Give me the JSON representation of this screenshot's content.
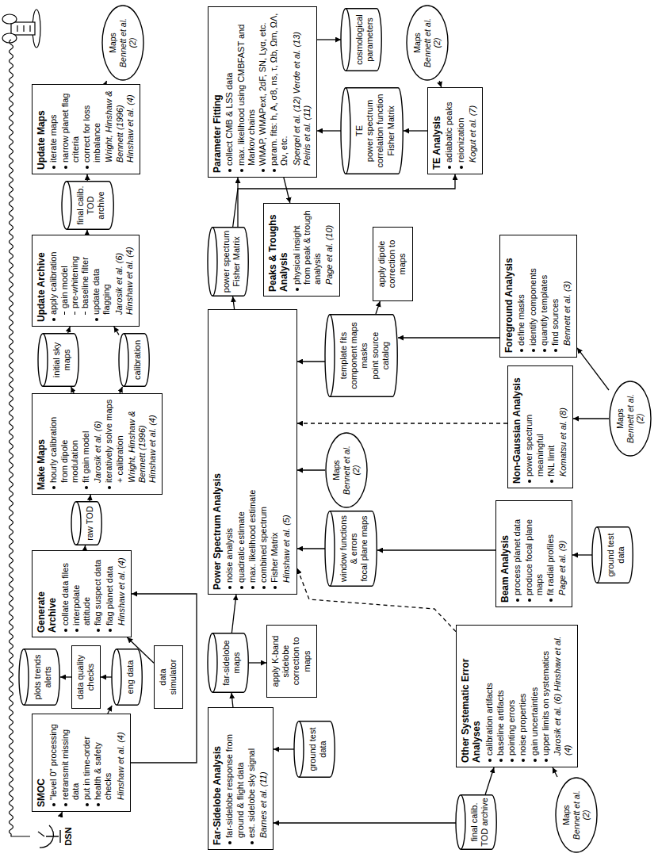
{
  "diagram": {
    "nodes": [
      {
        "text": [
          "DSN"
        ]
      },
      {
        "text": [
          "SMOC",
          "\"level 0\" processing",
          "retransmit missing data",
          "put in time-order",
          "health & safety checks",
          "Hinshaw et al. (4)"
        ]
      },
      {
        "text": [
          "data simulator"
        ]
      },
      {
        "text": [
          "eng data"
        ]
      },
      {
        "text": [
          "data quality checks"
        ]
      },
      {
        "text": [
          "plots trends alerts"
        ]
      },
      {
        "text": [
          "Generate Archive",
          "collate data files",
          "interpolate attitude",
          "flag suspect data",
          "flag planet data",
          "Hinshaw et al. (4)"
        ]
      },
      {
        "text": [
          "raw TOD"
        ]
      },
      {
        "text": [
          "Make Maps",
          "hourly calibration from dipole modulation",
          "fit gain model",
          "Jarosik et al. (6)",
          "iteratively solve maps + calibration",
          "Wright, Hinshaw & Bennett (1996) Hinshaw et al. (4)"
        ]
      },
      {
        "text": [
          "initial sky maps"
        ]
      },
      {
        "text": [
          "calibration"
        ]
      },
      {
        "text": [
          "Update Archive",
          "apply calibration",
          "gain model",
          "pre-whitening",
          "baseline filter",
          "update data flagging",
          "Jarosik et al. (6) Hinshaw et al. (4)"
        ]
      },
      {
        "text": [
          "final calib. TOD archive"
        ]
      },
      {
        "text": [
          "Update Maps",
          "iterate maps",
          "narrow planet flag criteria",
          "correct for loss imbalance",
          "Wright, Hinshaw & Bennett (1996) Hinshaw et al. (4)"
        ]
      },
      {
        "text": [
          "Maps",
          "Bennett et al. (2)"
        ]
      },
      {
        "text": [
          "Far-Sidelobe Analysis",
          "far-sidelobe response from ground & flight data",
          "est. sidelobe sky signal",
          "Barnes et al. (11)"
        ]
      },
      {
        "text": [
          "ground test data"
        ]
      },
      {
        "text": [
          "far-sidelobe maps"
        ]
      },
      {
        "text": [
          "apply K-band sidelobe correction to maps"
        ]
      },
      {
        "text": [
          "Power Spectrum Analysis",
          "noise analysis",
          "quadratic estimate",
          "max. likelihood estimate",
          "combined spectrum",
          "Fisher Matrix",
          "Hinshaw et al. (5)"
        ]
      },
      {
        "text": [
          "Maps",
          "Bennett et al. (2)"
        ]
      },
      {
        "text": [
          "power spectrum Fisher Matrix"
        ]
      },
      {
        "text": [
          "Peaks & Troughs Analysis",
          "physical insight from peak & trough analysis",
          "Page et al. (10)"
        ]
      },
      {
        "text": [
          "Parameter Fitting",
          "collect CMB & LSS data",
          "max. likelihood using CMBFAST and Markov chains",
          "WMAP, WMAPext, 2dF, SN, Lyα, etc.",
          "param. fits: h, A, σ8, ns, τ, Ωb, Ωm, ΩΛ, Ων, etc.",
          "Spergel et al. (12) Verde et al. (13) Peiris et al. (11)"
        ]
      },
      {
        "text": [
          "cosmological parameters"
        ]
      },
      {
        "text": [
          "TE Analysis",
          "adiabatic peaks",
          "reionization",
          "Kogut et al. (7)"
        ]
      },
      {
        "text": [
          "TE",
          "power spectrum",
          "correlation function",
          "Fisher Matrix"
        ]
      },
      {
        "text": [
          "Maps",
          "Bennett et al. (2)"
        ]
      },
      {
        "text": [
          "final calib. TOD archive"
        ]
      },
      {
        "text": [
          "Maps",
          "Bennett et al. (2)"
        ]
      },
      {
        "text": [
          "Other Systematic Error Analyses",
          "calibration artifacts",
          "baseline artifacts",
          "pointing errors",
          "noise properties",
          "gain uncertainties",
          "upper limits on systematics",
          "Jarosik et al. (6) Hinshaw et al. (4)"
        ]
      },
      {
        "text": [
          "ground test data"
        ]
      },
      {
        "text": [
          "Beam Analysis",
          "process planet data",
          "produce focal plane maps",
          "fit radial profiles",
          "Page et al. (9)"
        ]
      },
      {
        "text": [
          "window functions & errors",
          "focal plane maps"
        ]
      },
      {
        "text": [
          "Non-Gaussian Analysis",
          "power spectrum meaningful",
          "fNL limit",
          "Komatsu et al. (8)"
        ]
      },
      {
        "text": [
          "Maps",
          "Bennett et al. (2)"
        ]
      },
      {
        "text": [
          "Foreground Analysis",
          "define masks",
          "identify components",
          "quantify templates",
          "find sources",
          "Bennett et al. (3)"
        ]
      },
      {
        "text": [
          "template fits",
          "component maps",
          "masks",
          "point source catalog"
        ]
      },
      {
        "text": [
          "apply dipole correction to maps"
        ]
      }
    ],
    "edges": [
      {
        "from": 0,
        "to": 1,
        "arrow": "to"
      },
      {
        "from": 1,
        "to": 3,
        "arrow": "to"
      },
      {
        "from": 3,
        "to": 4,
        "arrow": "to"
      },
      {
        "from": 4,
        "to": 5,
        "arrow": "to"
      },
      {
        "from": 2,
        "to": 6,
        "arrow": "to"
      },
      {
        "from": 1,
        "to": 6,
        "arrow": "to"
      },
      {
        "from": 6,
        "to": 7,
        "arrow": "to"
      },
      {
        "from": 7,
        "to": 8,
        "arrow": "to"
      },
      {
        "from": 8,
        "to": 9,
        "arrow": "to"
      },
      {
        "from": 9,
        "to": 11,
        "arrow": "to"
      },
      {
        "from": 8,
        "to": 10,
        "arrow": "to"
      },
      {
        "from": 10,
        "to": 11,
        "arrow": "to"
      },
      {
        "from": 11,
        "to": 12,
        "arrow": "to"
      },
      {
        "from": 12,
        "to": 13,
        "arrow": "to"
      },
      {
        "from": 13,
        "to": 14,
        "arrow": "to"
      },
      {
        "from": 28,
        "to": 15,
        "arrow": "to"
      },
      {
        "from": 28,
        "to": 30,
        "arrow": "to"
      },
      {
        "from": 29,
        "to": 30,
        "arrow": "to"
      },
      {
        "from": 16,
        "to": 15,
        "arrow": "to"
      },
      {
        "from": 15,
        "to": 17,
        "arrow": "to"
      },
      {
        "from": 17,
        "to": 18,
        "arrow": "to"
      },
      {
        "from": 17,
        "to": 19,
        "arrow": "to"
      },
      {
        "from": 20,
        "to": 19,
        "arrow": "to"
      },
      {
        "from": 30,
        "to": 19,
        "arrow": "to"
      },
      {
        "from": 31,
        "to": 32,
        "arrow": "to"
      },
      {
        "from": 32,
        "to": 33,
        "arrow": "to"
      },
      {
        "from": 33,
        "to": 19,
        "arrow": "to"
      },
      {
        "from": 34,
        "to": 19,
        "arrow": "to"
      },
      {
        "from": 35,
        "to": 34,
        "arrow": "to"
      },
      {
        "from": 35,
        "to": 36,
        "arrow": "to"
      },
      {
        "from": 36,
        "to": 37,
        "arrow": "to"
      },
      {
        "from": 37,
        "to": 38,
        "arrow": "to"
      },
      {
        "from": 37,
        "to": 19,
        "arrow": "to"
      },
      {
        "from": 19,
        "to": 21,
        "arrow": "to"
      },
      {
        "from": 21,
        "to": 23,
        "arrow": "to"
      },
      {
        "from": 21,
        "to": 25,
        "arrow": "to"
      },
      {
        "from": 25,
        "to": 26,
        "arrow": "to"
      },
      {
        "from": 27,
        "to": 25,
        "arrow": "to"
      },
      {
        "from": 26,
        "to": 23,
        "arrow": "to"
      },
      {
        "from": 23,
        "to": 22,
        "arrow": "to"
      },
      {
        "from": 23,
        "to": 24,
        "arrow": "to"
      }
    ]
  }
}
